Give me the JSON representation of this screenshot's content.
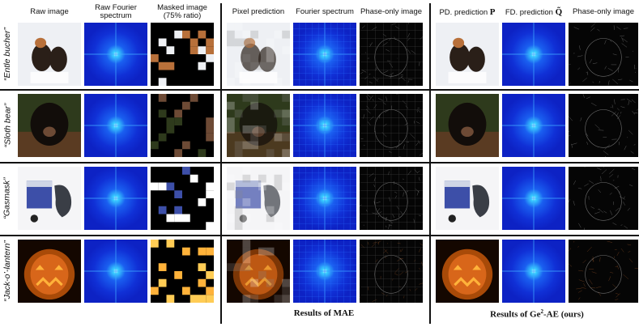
{
  "headers": {
    "raw_image": "Raw image",
    "raw_fourier": [
      "Raw Fourier",
      "spectrum"
    ],
    "masked": [
      "Masked image",
      "(75% ratio)"
    ],
    "pixel_pred": "Pixel prediction",
    "fourier_spec": "Fourier spectrum",
    "phase_only_1": "Phase-only image",
    "pd_pred": "PD. prediction",
    "pd_symbol": "P",
    "fd_pred": "FD. prediction",
    "fd_symbol": "Q̃",
    "phase_only_2": "Phase-only image"
  },
  "rows": [
    {
      "label": "“Entle bucher”"
    },
    {
      "label": "“Sloth bear”"
    },
    {
      "label": "“Gasmask”"
    },
    {
      "label": "“Jack-o’-lantern”"
    }
  ],
  "footers": {
    "mae": "Results of MAE",
    "ge2ae_prefix": "Results of Ge",
    "ge2ae_sup": "2",
    "ge2ae_suffix": "-AE (ours)"
  }
}
